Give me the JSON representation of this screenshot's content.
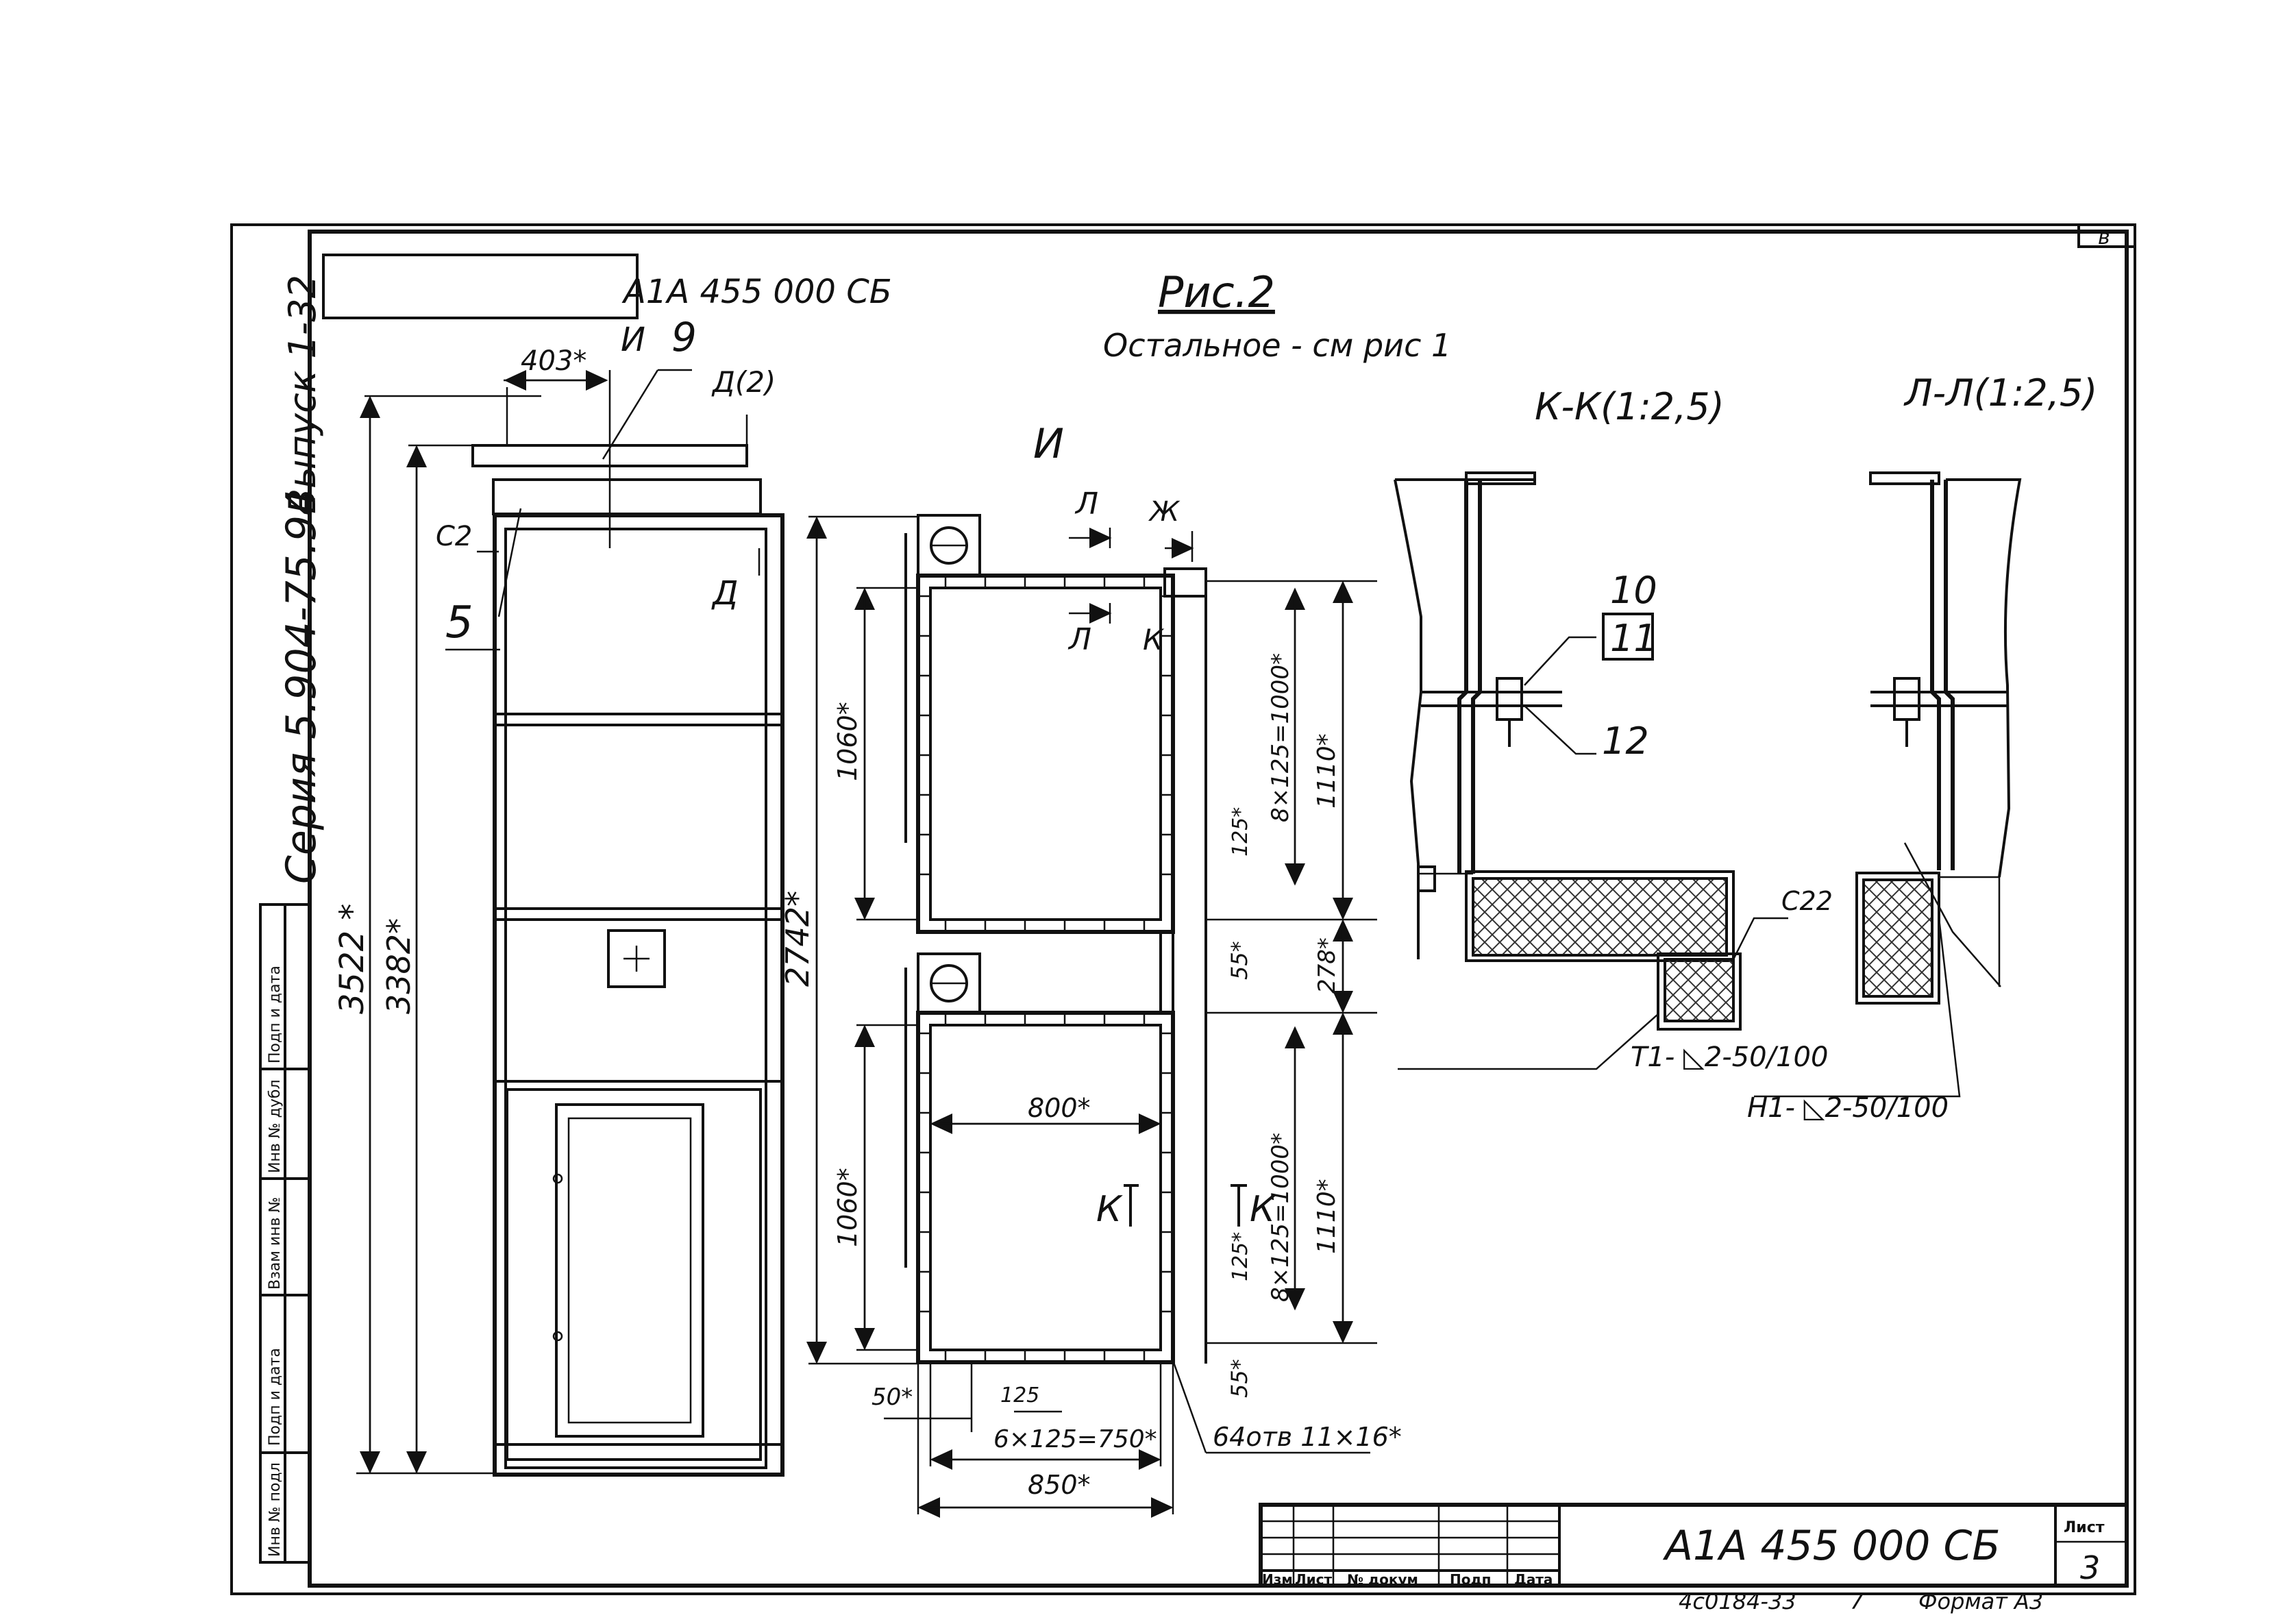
{
  "sheet": {
    "side_code": "А1А 455 000 СБ",
    "series": "Серия 5.904-75.94",
    "issue": "Выпуск 1-32",
    "corner_mark": "в"
  },
  "caption": {
    "title": "Рис.2",
    "note": "Остальное - см рис 1"
  },
  "views": {
    "main": {
      "dims": [
        "403*",
        "3522 *",
        "3382*"
      ],
      "labels": [
        "И",
        "9",
        "Д(2)",
        "С2",
        "5",
        "Д"
      ]
    },
    "view_i": {
      "title": "И",
      "labels": [
        "Л",
        "Ж",
        "Л",
        "К",
        "К",
        "К"
      ],
      "dims": [
        "1060*",
        "2742*",
        "8×125=1000*",
        "1110*",
        "125*",
        "55*",
        "278*",
        "800*",
        "1060*",
        "8×125=1000*",
        "1110*",
        "125*",
        "55*",
        "50*",
        "125",
        "6×125=750*",
        "850*",
        "64отв 11×16*"
      ]
    },
    "section_kk": {
      "title": "К-К(1:2,5)",
      "callouts": [
        "10",
        "11",
        "12",
        "С22"
      ],
      "weld_note": "Т1- ◺2-50/100"
    },
    "section_ll": {
      "title": "Л-Л(1:2,5)",
      "weld_note": "Н1- ◺2-50/100"
    }
  },
  "side_stamp": {
    "fields": [
      "Инв № подл",
      "Подп и дата",
      "Взам инв №",
      "Инв № дубл",
      "Подп и дата"
    ]
  },
  "title_block": {
    "headers": [
      "Изм",
      "Лист",
      "№ докум",
      "Подп",
      "Дата"
    ],
    "code": "А1А 455 000 СБ",
    "sheet_label": "Лист",
    "sheet_number": "3",
    "bottom_left": "4с0184-33",
    "bottom_mid": "7",
    "format": "Формат А3"
  }
}
